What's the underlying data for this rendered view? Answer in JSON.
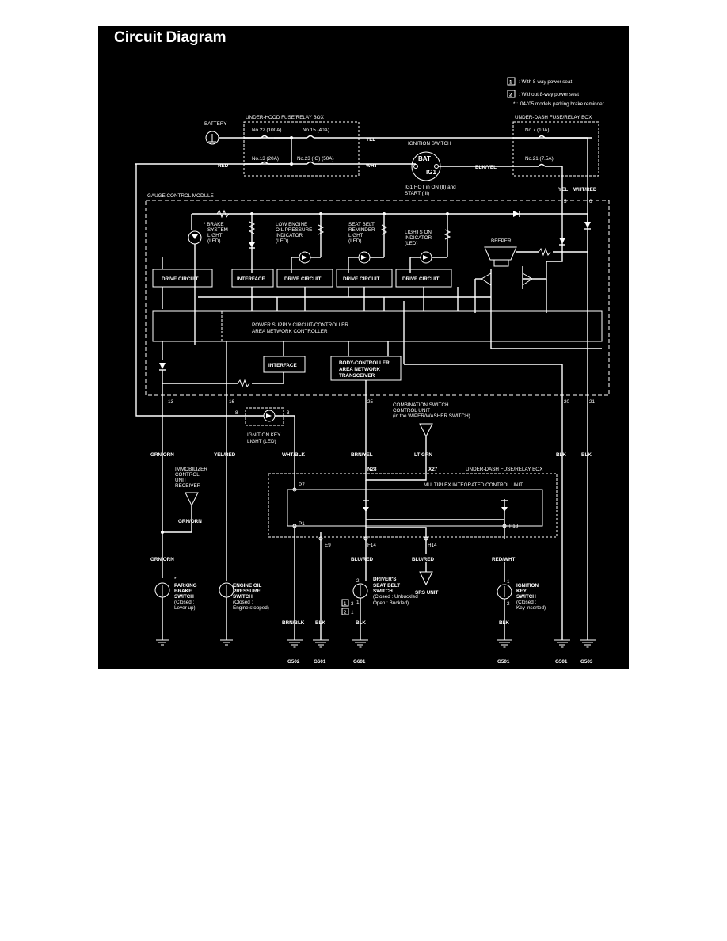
{
  "title": "Circuit Diagram",
  "legend": {
    "items": [
      {
        "num": "1",
        "text": ": With 8-way power seat"
      },
      {
        "num": "2",
        "text": ": Without 8-way power seat"
      }
    ],
    "note": "* : '04-'05 models parking brake reminder"
  },
  "components": {
    "battery": "BATTERY",
    "under_hood_box": "UNDER-HOOD FUSE/RELAY BOX",
    "fuse_22": "No.22 (100A)",
    "fuse_15": "No.15 (40A)",
    "fuse_13": "No.13 (20A)",
    "fuse_23": "No.23 (IG) (50A)",
    "ignition_switch": "IGNITION SWITCH",
    "bat": "BAT",
    "ig1": "IG1",
    "ig1_hot_1": "IG1 HOT in ON (II) and",
    "ig1_hot_2": "START (III)",
    "under_dash_box": "UNDER-DASH FUSE/RELAY BOX",
    "fuse_7": "No.7 (10A)",
    "fuse_21": "No.21 (7.5A)",
    "gauge_module": "GAUGE CONTROL MODULE",
    "brake_light": [
      "* BRAKE",
      "SYSTEM",
      "LIGHT",
      "(LED)"
    ],
    "oil_indicator": [
      "LOW ENGINE",
      "OIL PRESSURE",
      "INDICATOR",
      "(LED)"
    ],
    "seatbelt_light": [
      "SEAT BELT",
      "REMINDER",
      "LIGHT",
      "(LED)"
    ],
    "lights_on": [
      "LIGHTS ON",
      "INDICATOR",
      "(LED)"
    ],
    "beeper": "BEEPER",
    "drive_circuit": "DRIVE CIRCUIT",
    "interface": "INTERFACE",
    "power_supply_1": "POWER SUPPLY CIRCUIT/CONTROLLER",
    "power_supply_2": "AREA NETWORK CONTROLLER",
    "body_controller": [
      "BODY-CONTROLLER",
      "AREA NETWORK",
      "TRANSCEIVER"
    ],
    "ignition_key_light": [
      "IGNITION KEY",
      "LIGHT (LED)"
    ],
    "combination_switch": [
      "COMBINATION SWITCH",
      "CONTROL UNIT",
      "(in the WIPER/WASHER SWITCH)"
    ],
    "immobilizer": [
      "IMMOBILIZER",
      "CONTROL",
      "UNIT",
      "RECEIVER"
    ],
    "micu": "MULTIPLEX INTEGRATED CONTROL UNIT",
    "parking_brake": [
      "*",
      "PARKING",
      "BRAKE",
      "SWITCH",
      "(Closed :",
      "Lever up)"
    ],
    "oil_switch": [
      "ENGINE OIL",
      "PRESSURE",
      "SWITCH",
      "(Closed :",
      "Engine stopped)"
    ],
    "driver_seatbelt": [
      "DRIVER'S",
      "SEAT BELT",
      "SWITCH",
      "(Closed : Unbuckled",
      "Open : Buckled)"
    ],
    "srs_unit": "SRS UNIT",
    "ignition_key_switch": [
      "IGNITION",
      "KEY",
      "SWITCH",
      "(Closed :",
      "Key inserted)"
    ]
  },
  "wires": {
    "yel": "YEL",
    "red": "RED",
    "wht": "WHT",
    "blk_yel": "BLK/YEL",
    "yel2": "YEL",
    "wht_red": "WHT/RED",
    "grn_orn_1": "GRN/ORN",
    "yel_red": "YEL/RED",
    "wht_blk": "WHT/BLK",
    "brn_yel": "BRN/YEL",
    "lt_grn": "LT GRN",
    "blk_1": "BLK",
    "blk_2": "BLK",
    "grn_orn_2": "GRN/ORN",
    "grn_orn_3": "GRN/ORN",
    "blu_red_1": "BLU/RED",
    "blu_red_2": "BLU/RED",
    "red_wht": "RED/WHT",
    "brn_blk": "BRN/BLK",
    "blk_3": "BLK",
    "blk_4": "BLK",
    "blk_5": "BLK"
  },
  "pins": {
    "p5": "5",
    "p6": "6",
    "p13": "13",
    "p16": "16",
    "p8": "8",
    "p3": "3",
    "p25": "25",
    "p20": "20",
    "p21": "21",
    "n28": "N28",
    "x27": "X27",
    "P7": "P7",
    "P1": "P1",
    "P13": "P13",
    "e9": "E9",
    "f14": "F14",
    "h14": "H14",
    "seat_2": "2",
    "seat_1": "1",
    "key_1": "1",
    "key_2": "2",
    "box1": "1",
    "box2": "2",
    "box1v": "3",
    "box2v": "1"
  },
  "grounds": [
    "G502",
    "G601",
    "G601",
    "G501",
    "G501",
    "G503"
  ]
}
